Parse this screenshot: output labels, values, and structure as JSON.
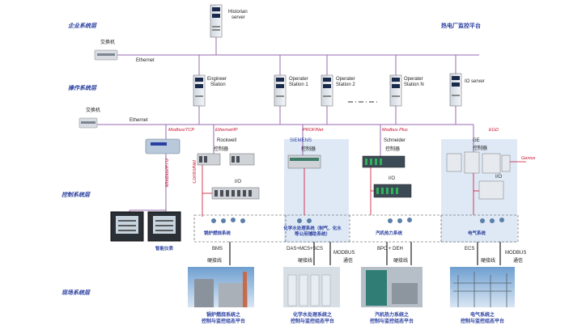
{
  "layers": {
    "monitor": "企业系统层",
    "operator": "操作系统层",
    "control": "控制系统层",
    "field": "现场系统层"
  },
  "platform_title": "热电厂监控平台",
  "top": {
    "historian": [
      "Historian",
      "server"
    ],
    "switch": "交换机",
    "ethernet": "Ethernet"
  },
  "stations": {
    "engineer": [
      "Engineer",
      "Station"
    ],
    "op1": [
      "Operater",
      "Station 1"
    ],
    "op2": [
      "Operater",
      "Station 2"
    ],
    "opn": [
      "Operater",
      "Station N"
    ],
    "io": "IO server"
  },
  "mid": {
    "switch": "交换机",
    "ethernet": "Ethernet"
  },
  "protocols": {
    "modbus_tcp": "Modbus/TCP",
    "ethernet_ip": "Ethernet/IP",
    "profinet": "PROFINet",
    "modbus_plus": "Modbus Plus",
    "eg": "EGD",
    "modbus_rtu": "Modbus/RTU",
    "controlnet": "ControlNet",
    "genius": "Genius"
  },
  "vendors": {
    "rockwell": "Rockwell",
    "siemens": "SIEMENS",
    "schneider": "Schneider",
    "ge": "GE"
  },
  "controllers": {
    "rockwell_ctrl": "控制器",
    "siemens_ctrl": "控制器",
    "schneider_ctrl": "控制器",
    "ge_ctrl": "控制器",
    "rockwell_io": "I/O",
    "schneider_io": "I/O",
    "ge_io": "I/O"
  },
  "meter_label": "智能仪表",
  "systems": {
    "bms": "BMS",
    "das": "DAS+MCS+SCS",
    "bpc": "BPC + DEH",
    "ecs": "ECS",
    "modbus": "MODBUS",
    "modbus2": "MODBUS",
    "rtu": "通信",
    "rtu2": "通信"
  },
  "sub_labels": {
    "boiler": "锅炉燃烧系统",
    "water": "化学水处理系统（制气、化水等公用辅助系统）",
    "turbine": "汽机热力系统",
    "elec": "电气系统",
    "hardwire": "硬接线",
    "hardwire2": "硬接线",
    "hardwire3": "硬接线",
    "hardwire4": "硬接线"
  },
  "photo_caps": {
    "boiler": [
      "锅炉燃烧系统之",
      "控制与监控组态平台"
    ],
    "water": [
      "化学水处理系统之",
      "控制与监控组态平台"
    ],
    "turbine": [
      "汽机热力系统之",
      "控制与监控组态平台"
    ],
    "elec": [
      "电气系统之",
      "控制与监控组态平台"
    ]
  },
  "colors": {
    "link": "#9a6ab0",
    "layer": "#2a3fa0",
    "protocol": "#c8102e",
    "panel": "#dfe9f6"
  }
}
